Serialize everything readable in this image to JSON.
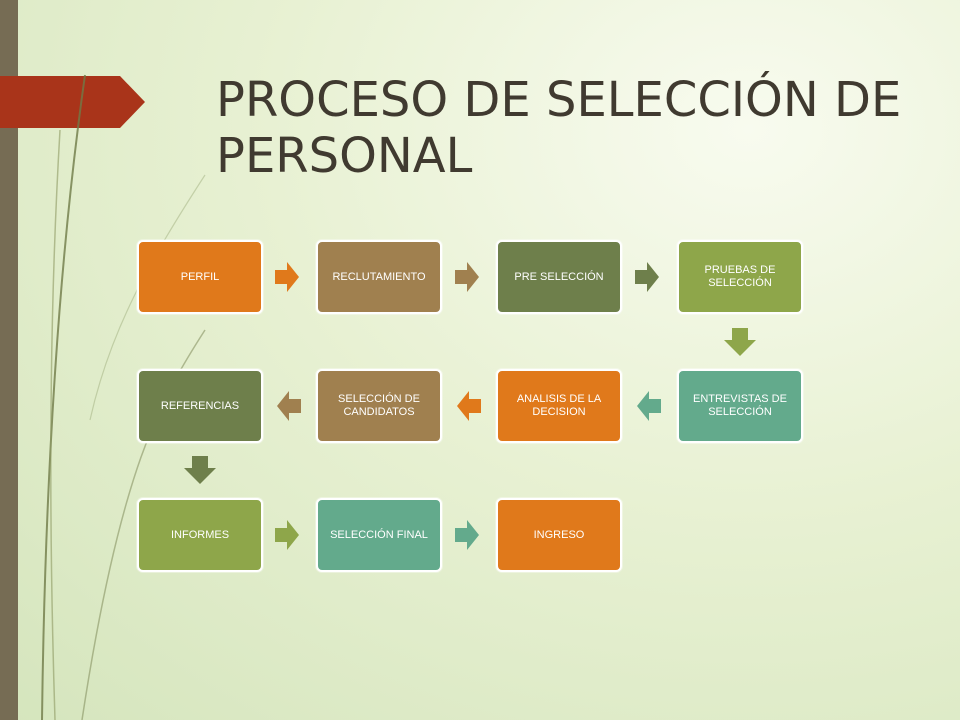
{
  "slide": {
    "title": "PROCESO DE SELECCIÓN DE PERSONAL"
  },
  "steps": [
    {
      "label": "PERFIL",
      "color": "#e0791b"
    },
    {
      "label": "RECLUTAMIENTO",
      "color": "#a0804f"
    },
    {
      "label": "PRE SELECCIÓN",
      "color": "#6e7f4b"
    },
    {
      "label": "PRUEBAS DE SELECCIÓN",
      "color": "#8ea64a"
    },
    {
      "label": "ENTREVISTAS DE SELECCIÓN",
      "color": "#63aa8c"
    },
    {
      "label": "ANALISIS DE LA DECISION",
      "color": "#e0791b"
    },
    {
      "label": "SELECCIÓN DE CANDIDATOS",
      "color": "#a0804f"
    },
    {
      "label": "REFERENCIAS",
      "color": "#6e7f4b"
    },
    {
      "label": "INFORMES",
      "color": "#8ea64a"
    },
    {
      "label": "SELECCIÓN FINAL",
      "color": "#63aa8c"
    },
    {
      "label": "INGRESO",
      "color": "#e0791b"
    }
  ],
  "theme": {
    "left_bar": "#766c54",
    "accent_tab": "#a9341a",
    "title_color": "#403a30"
  }
}
